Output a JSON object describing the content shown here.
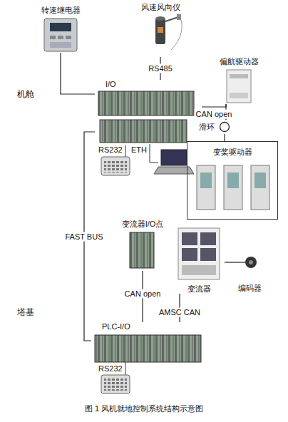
{
  "diagram": {
    "caption": "图 1 风机就地控制系统结构示意图",
    "nodes": [
      {
        "text": [
          "转速继电器"
        ]
      },
      {
        "text": [
          "风速风向仪"
        ]
      },
      {
        "text": [
          "偏航驱动器"
        ]
      },
      {
        "text": [
          "I/O"
        ]
      },
      {
        "text": [
          "滑环"
        ]
      },
      {
        "text": [
          "变桨驱动器"
        ]
      },
      {
        "text": [
          "变流器I/O点"
        ]
      },
      {
        "text": [
          "变流器"
        ]
      },
      {
        "text": [
          "编码器"
        ]
      },
      {
        "text": [
          "PLC-I/O"
        ]
      }
    ],
    "edges": [
      {
        "from": 0,
        "to": 3,
        "arrow": "none"
      },
      {
        "from": 1,
        "to": 3,
        "label": "RS485",
        "arrow": "none"
      },
      {
        "from": 3,
        "to": 2,
        "label": "CAN open",
        "arrow": "none"
      },
      {
        "from": 2,
        "to": 4,
        "arrow": "none"
      },
      {
        "from": 4,
        "to": 5,
        "arrow": "none"
      },
      {
        "from": 3,
        "to": 9,
        "label": "FAST BUS",
        "arrow": "none"
      },
      {
        "from": 6,
        "to": 9,
        "label": "CAN open",
        "arrow": "none"
      },
      {
        "from": 7,
        "to": 9,
        "label": "AMSC CAN",
        "arrow": "none"
      },
      {
        "from": 8,
        "to": 7,
        "arrow": "none"
      }
    ],
    "labels": [
      "机舱",
      "RS232",
      "ETH",
      "塔基",
      "RS232"
    ]
  }
}
